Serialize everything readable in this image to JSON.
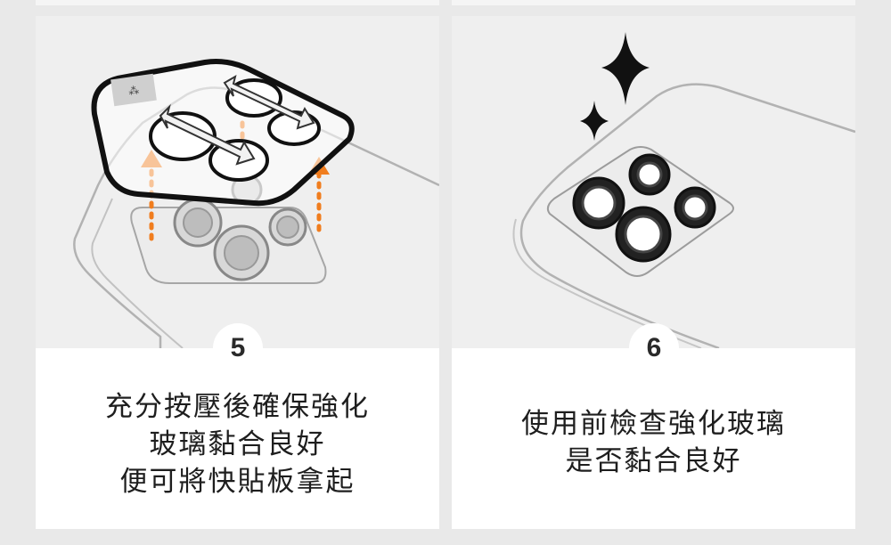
{
  "steps": [
    {
      "number": "5",
      "caption_lines": [
        "充分按壓後確保強化",
        "玻璃黏合良好",
        "便可將快貼板拿起"
      ]
    },
    {
      "number": "6",
      "caption_lines": [
        "使用前檢查強化玻璃",
        "是否黏合良好"
      ]
    }
  ],
  "colors": {
    "accent_orange": "#f07d1e",
    "background": "#e9e9e9",
    "illustration_bg": "#efefef",
    "card": "#ffffff",
    "ink": "#1e1e1e"
  },
  "icons": [
    "sparkle-icon",
    "spigen-logo-icon",
    "arrow-up-icon"
  ]
}
